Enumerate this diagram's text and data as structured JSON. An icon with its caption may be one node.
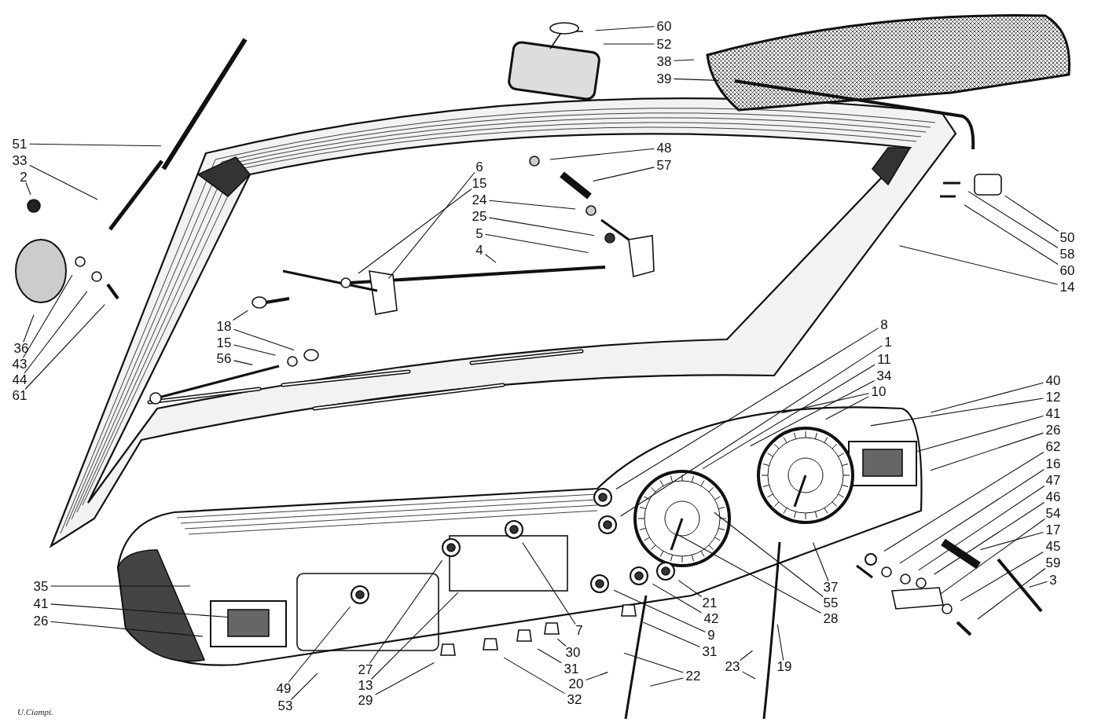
{
  "diagram": {
    "nodes": [
      {
        "text": [
          "60"
        ]
      },
      {
        "text": [
          "52"
        ]
      },
      {
        "text": [
          "38"
        ]
      },
      {
        "text": [
          "39"
        ]
      },
      {
        "text": [
          "51"
        ]
      },
      {
        "text": [
          "33"
        ]
      },
      {
        "text": [
          "2"
        ]
      },
      {
        "text": [
          "48"
        ]
      },
      {
        "text": [
          "57"
        ]
      },
      {
        "text": [
          "6"
        ]
      },
      {
        "text": [
          "15"
        ]
      },
      {
        "text": [
          "24"
        ]
      },
      {
        "text": [
          "25"
        ]
      },
      {
        "text": [
          "5"
        ]
      },
      {
        "text": [
          "4"
        ]
      },
      {
        "text": [
          "50"
        ]
      },
      {
        "text": [
          "58"
        ]
      },
      {
        "text": [
          "60"
        ]
      },
      {
        "text": [
          "14"
        ]
      },
      {
        "text": [
          "36"
        ]
      },
      {
        "text": [
          "43"
        ]
      },
      {
        "text": [
          "44"
        ]
      },
      {
        "text": [
          "61"
        ]
      },
      {
        "text": [
          "18"
        ]
      },
      {
        "text": [
          "15"
        ]
      },
      {
        "text": [
          "56"
        ]
      },
      {
        "text": [
          "8"
        ]
      },
      {
        "text": [
          "1"
        ]
      },
      {
        "text": [
          "11"
        ]
      },
      {
        "text": [
          "34"
        ]
      },
      {
        "text": [
          "10"
        ]
      },
      {
        "text": [
          "40"
        ]
      },
      {
        "text": [
          "12"
        ]
      },
      {
        "text": [
          "41"
        ]
      },
      {
        "text": [
          "26"
        ]
      },
      {
        "text": [
          "62"
        ]
      },
      {
        "text": [
          "16"
        ]
      },
      {
        "text": [
          "47"
        ]
      },
      {
        "text": [
          "46"
        ]
      },
      {
        "text": [
          "54"
        ]
      },
      {
        "text": [
          "17"
        ]
      },
      {
        "text": [
          "45"
        ]
      },
      {
        "text": [
          "59"
        ]
      },
      {
        "text": [
          "3"
        ]
      },
      {
        "text": [
          "37"
        ]
      },
      {
        "text": [
          "21"
        ]
      },
      {
        "text": [
          "55"
        ]
      },
      {
        "text": [
          "42"
        ]
      },
      {
        "text": [
          "28"
        ]
      },
      {
        "text": [
          "9"
        ]
      },
      {
        "text": [
          "31"
        ]
      },
      {
        "text": [
          "35"
        ]
      },
      {
        "text": [
          "41"
        ]
      },
      {
        "text": [
          "26"
        ]
      },
      {
        "text": [
          "7"
        ]
      },
      {
        "text": [
          "30"
        ]
      },
      {
        "text": [
          "31"
        ]
      },
      {
        "text": [
          "27"
        ]
      },
      {
        "text": [
          "13"
        ]
      },
      {
        "text": [
          "49"
        ]
      },
      {
        "text": [
          "20"
        ]
      },
      {
        "text": [
          "22"
        ]
      },
      {
        "text": [
          "23"
        ]
      },
      {
        "text": [
          "19"
        ]
      },
      {
        "text": [
          "29"
        ]
      },
      {
        "text": [
          "32"
        ]
      },
      {
        "text": [
          "53"
        ]
      }
    ],
    "edges": [
      {
        "from": 0,
        "to": null,
        "arrow": "none"
      },
      {
        "from": 1,
        "to": null,
        "arrow": "none"
      },
      {
        "from": 2,
        "to": null,
        "arrow": "none"
      },
      {
        "from": 3,
        "to": null,
        "arrow": "none"
      },
      {
        "from": 4,
        "to": null,
        "arrow": "none"
      },
      {
        "from": 5,
        "to": null,
        "arrow": "none"
      },
      {
        "from": 6,
        "to": null,
        "arrow": "none"
      },
      {
        "from": 7,
        "to": null,
        "arrow": "none"
      },
      {
        "from": 8,
        "to": null,
        "arrow": "none"
      },
      {
        "from": 9,
        "to": null,
        "arrow": "none"
      },
      {
        "from": 10,
        "to": null,
        "arrow": "none"
      },
      {
        "from": 11,
        "to": null,
        "arrow": "none"
      },
      {
        "from": 12,
        "to": null,
        "arrow": "none"
      },
      {
        "from": 13,
        "to": null,
        "arrow": "none"
      },
      {
        "from": 14,
        "to": null,
        "arrow": "none"
      },
      {
        "from": 15,
        "to": null,
        "arrow": "none"
      },
      {
        "from": 16,
        "to": null,
        "arrow": "none"
      },
      {
        "from": 17,
        "to": null,
        "arrow": "none"
      },
      {
        "from": 18,
        "to": null,
        "arrow": "none"
      },
      {
        "from": 19,
        "to": null,
        "arrow": "none"
      },
      {
        "from": 20,
        "to": null,
        "arrow": "none"
      },
      {
        "from": 21,
        "to": null,
        "arrow": "none"
      },
      {
        "from": 22,
        "to": null,
        "arrow": "none"
      },
      {
        "from": 23,
        "to": null,
        "arrow": "none"
      },
      {
        "from": 23,
        "to": null,
        "arrow": "none"
      },
      {
        "from": 24,
        "to": null,
        "arrow": "none"
      },
      {
        "from": 25,
        "to": null,
        "arrow": "none"
      },
      {
        "from": 26,
        "to": null,
        "arrow": "none"
      },
      {
        "from": 27,
        "to": null,
        "arrow": "none"
      },
      {
        "from": 28,
        "to": null,
        "arrow": "none"
      },
      {
        "from": 29,
        "to": null,
        "arrow": "none"
      },
      {
        "from": 30,
        "to": null,
        "arrow": "none"
      },
      {
        "from": 30,
        "to": null,
        "arrow": "none"
      },
      {
        "from": 31,
        "to": null,
        "arrow": "none"
      },
      {
        "from": 32,
        "to": null,
        "arrow": "none"
      },
      {
        "from": 33,
        "to": null,
        "arrow": "none"
      },
      {
        "from": 34,
        "to": null,
        "arrow": "none"
      },
      {
        "from": 35,
        "to": null,
        "arrow": "none"
      },
      {
        "from": 36,
        "to": null,
        "arrow": "none"
      },
      {
        "from": 37,
        "to": null,
        "arrow": "none"
      },
      {
        "from": 38,
        "to": null,
        "arrow": "none"
      },
      {
        "from": 39,
        "to": null,
        "arrow": "none"
      },
      {
        "from": 40,
        "to": null,
        "arrow": "none"
      },
      {
        "from": 41,
        "to": null,
        "arrow": "none"
      },
      {
        "from": 42,
        "to": null,
        "arrow": "none"
      },
      {
        "from": 43,
        "to": null,
        "arrow": "none"
      },
      {
        "from": 44,
        "to": null,
        "arrow": "none"
      },
      {
        "from": 45,
        "to": null,
        "arrow": "none"
      },
      {
        "from": 46,
        "to": null,
        "arrow": "none"
      },
      {
        "from": 47,
        "to": null,
        "arrow": "none"
      },
      {
        "from": 48,
        "to": null,
        "arrow": "none"
      },
      {
        "from": 49,
        "to": null,
        "arrow": "none"
      },
      {
        "from": 50,
        "to": null,
        "arrow": "none"
      },
      {
        "from": 51,
        "to": null,
        "arrow": "none"
      },
      {
        "from": 52,
        "to": null,
        "arrow": "none"
      },
      {
        "from": 53,
        "to": null,
        "arrow": "none"
      },
      {
        "from": 54,
        "to": null,
        "arrow": "none"
      },
      {
        "from": 55,
        "to": null,
        "arrow": "none"
      },
      {
        "from": 56,
        "to": null,
        "arrow": "none"
      },
      {
        "from": 57,
        "to": null,
        "arrow": "none"
      },
      {
        "from": 58,
        "to": null,
        "arrow": "none"
      },
      {
        "from": 59,
        "to": null,
        "arrow": "none"
      },
      {
        "from": 60,
        "to": null,
        "arrow": "none"
      },
      {
        "from": 61,
        "to": null,
        "arrow": "none"
      },
      {
        "from": 61,
        "to": null,
        "arrow": "none"
      },
      {
        "from": 62,
        "to": null,
        "arrow": "none"
      },
      {
        "from": 62,
        "to": null,
        "arrow": "none"
      },
      {
        "from": 63,
        "to": null,
        "arrow": "none"
      },
      {
        "from": 64,
        "to": null,
        "arrow": "none"
      },
      {
        "from": 65,
        "to": null,
        "arrow": "none"
      },
      {
        "from": 66,
        "to": null,
        "arrow": "none"
      }
    ],
    "labels": [
      "U.Ciampi."
    ]
  }
}
